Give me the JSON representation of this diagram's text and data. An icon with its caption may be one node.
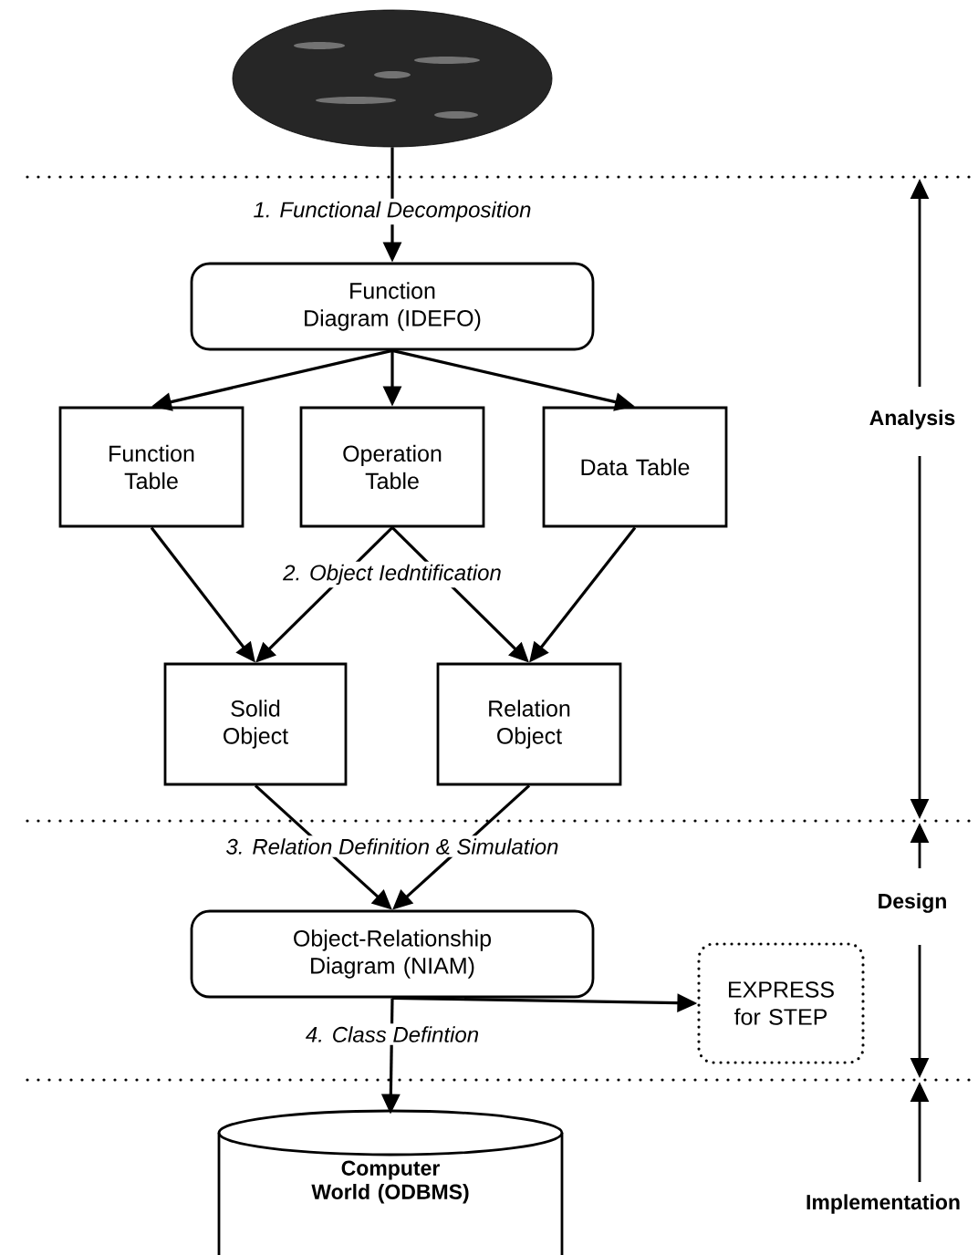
{
  "diagram": {
    "nodes": [
      {
        "text": [],
        "shape": "ellipse"
      },
      {
        "text": [
          "Function Diagram (IDEFO)"
        ]
      },
      {
        "text": [
          "Function Table"
        ]
      },
      {
        "text": [
          "Operation Table"
        ]
      },
      {
        "text": [
          "Data Table"
        ]
      },
      {
        "text": [
          "Solid Object"
        ]
      },
      {
        "text": [
          "Relation Object"
        ]
      },
      {
        "text": [
          "Object-Relationship Diagram (NIAM)"
        ]
      },
      {
        "text": [
          "EXPRESS for STEP"
        ]
      },
      {
        "text": [
          "Computer World (ODBMS)"
        ]
      }
    ],
    "edges": [
      {
        "from": 0,
        "to": 1,
        "arrow": "to",
        "label": "1. Functional Decomposition"
      },
      {
        "from": 1,
        "to": 2,
        "arrow": "to"
      },
      {
        "from": 1,
        "to": 3,
        "arrow": "to"
      },
      {
        "from": 1,
        "to": 4,
        "arrow": "to"
      },
      {
        "from": 2,
        "to": 5,
        "arrow": "to"
      },
      {
        "from": 3,
        "to": 5,
        "arrow": "to"
      },
      {
        "from": 3,
        "to": 6,
        "arrow": "to"
      },
      {
        "from": 4,
        "to": 6,
        "arrow": "to"
      },
      {
        "from": 5,
        "to": 7,
        "arrow": "to"
      },
      {
        "from": 6,
        "to": 7,
        "arrow": "to"
      },
      {
        "from": 7,
        "to": 8,
        "arrow": "to"
      },
      {
        "from": 7,
        "to": 9,
        "arrow": "to",
        "label": "4. Class Defintion"
      }
    ],
    "labels": [
      "2. Object Iedntification",
      "3. Relation Definition & Simulation",
      "Analysis",
      "Design",
      "Implementation"
    ]
  }
}
